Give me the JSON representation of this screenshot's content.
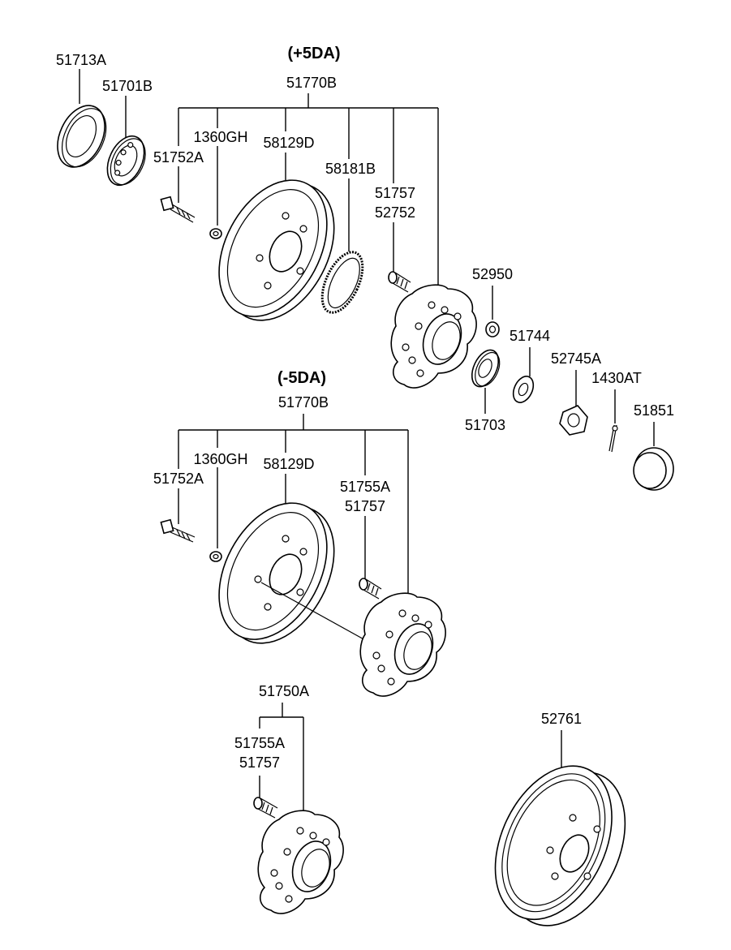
{
  "groups": {
    "plus": {
      "header": "(+5DA)",
      "assembly": "51770B"
    },
    "minus": {
      "header": "(-5DA)",
      "assembly": "51770B"
    },
    "hub": {
      "assembly": "51750A"
    }
  },
  "parts": {
    "p51713A": "51713A",
    "p51701B": "51701B",
    "p51752A_top": "51752A",
    "p1360GH_top": "1360GH",
    "p58129D_top": "58129D",
    "p58181B": "58181B",
    "p51757_top": "51757",
    "p52752": "52752",
    "p52950": "52950",
    "p51744": "51744",
    "p52745A": "52745A",
    "p1430AT": "1430AT",
    "p51851": "51851",
    "p51703": "51703",
    "p51752A_mid": "51752A",
    "p1360GH_mid": "1360GH",
    "p58129D_mid": "58129D",
    "p51755A_mid": "51755A",
    "p51757_mid": "51757",
    "p51755A_bot": "51755A",
    "p51757_bot": "51757",
    "p52761": "52761"
  }
}
